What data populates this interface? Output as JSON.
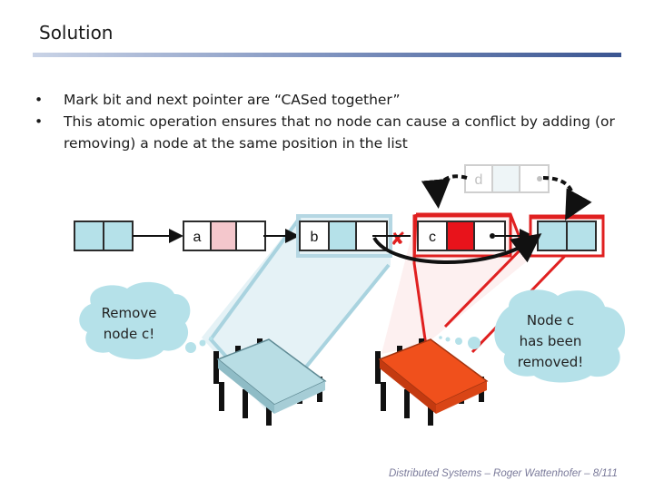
{
  "slide": {
    "title": "Solution"
  },
  "bullets": [
    "Mark bit and next pointer are “CASed together”",
    "This atomic operation ensures that no node can cause a conflict by adding (or removing) a node at the same position in the list"
  ],
  "bullet_marker": "•",
  "nodes": {
    "a": "a",
    "b": "b",
    "c": "c",
    "d": "d"
  },
  "remove_mark": "✘",
  "bubbles": {
    "left": [
      "Remove",
      "node c!"
    ],
    "right": [
      "Node c",
      "has been",
      "removed!"
    ]
  },
  "footer": "Distributed Systems  –  Roger Wattenhofer  – 8/111",
  "colors": {
    "node_fill": "#b5e1e9",
    "node_stroke": "#2b2b2b",
    "mark_pink": "#f4c7cc",
    "highlight_blue": "#b5d7e3",
    "highlight_red": "#e02020",
    "marked": "#e8131b",
    "faded": "#d0d0d0",
    "bubble": "#b5e1e9",
    "left_table": "#b8dde4",
    "right_table": "#f0501c"
  }
}
